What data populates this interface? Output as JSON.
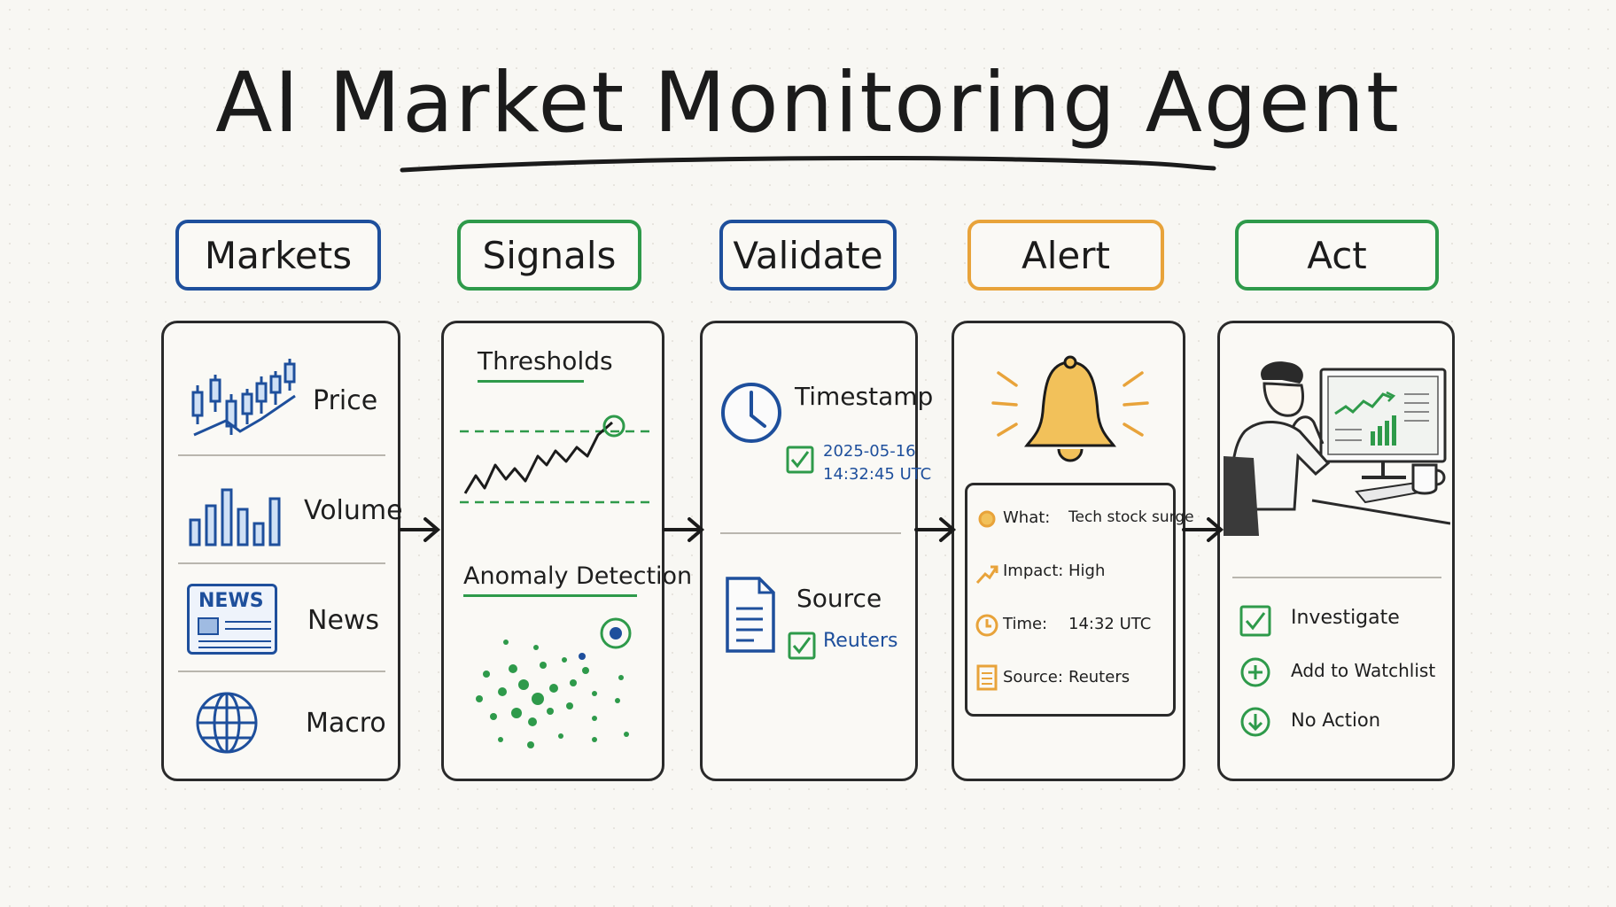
{
  "title": "AI Market Monitoring Agent",
  "stages": [
    "Markets",
    "Signals",
    "Validate",
    "Alert",
    "Act"
  ],
  "colors": {
    "blue": "#1e4f9c",
    "green": "#2e9a4a",
    "orange": "#e8a33a",
    "ink": "#1f1f1f"
  },
  "markets": {
    "items": [
      {
        "label": "Price",
        "icon": "candlestick-chart-icon"
      },
      {
        "label": "Volume",
        "icon": "bar-chart-icon"
      },
      {
        "label": "News",
        "icon": "newspaper-icon",
        "icon_text": "NEWS"
      },
      {
        "label": "Macro",
        "icon": "globe-icon"
      }
    ]
  },
  "signals": {
    "thresholds_label": "Thresholds",
    "anomaly_label": "Anomaly Detection"
  },
  "validate": {
    "timestamp_label": "Timestamp",
    "timestamp_date": "2025-05-16",
    "timestamp_time": "14:32:45 UTC",
    "source_label": "Source",
    "source_value": "Reuters"
  },
  "alert": {
    "rows": [
      {
        "key": "What:",
        "value": "Tech stock surge",
        "icon": "dot-icon"
      },
      {
        "key": "Impact:",
        "value": "High",
        "icon": "trend-up-icon"
      },
      {
        "key": "Time:",
        "value": "14:32 UTC",
        "icon": "clock-icon"
      },
      {
        "key": "Source:",
        "value": "Reuters",
        "icon": "document-icon"
      }
    ]
  },
  "act": {
    "options": [
      {
        "label": "Investigate",
        "icon": "checkbox-icon"
      },
      {
        "label": "Add to Watchlist",
        "icon": "plus-circle-icon"
      },
      {
        "label": "No Action",
        "icon": "down-arrow-circle-icon"
      }
    ]
  }
}
